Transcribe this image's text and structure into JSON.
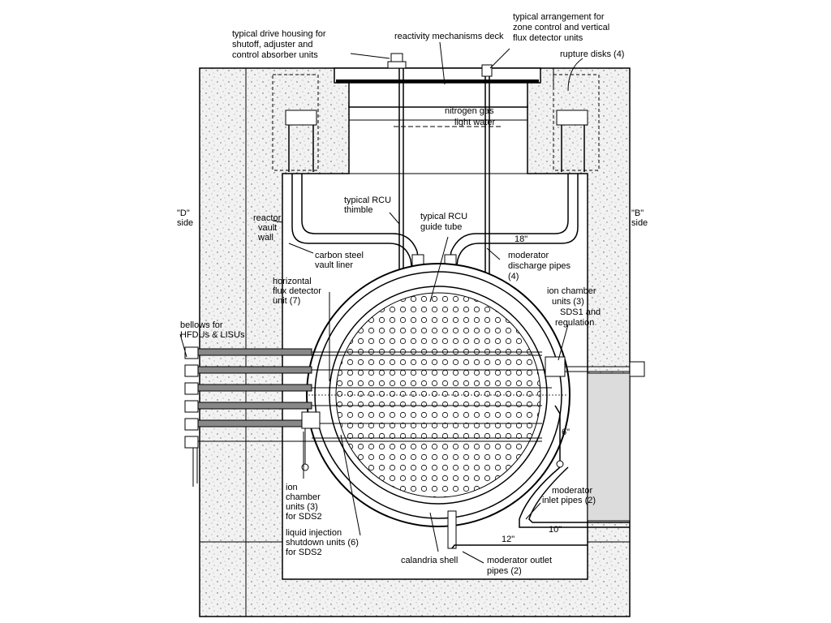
{
  "labels": {
    "drive_housing": [
      "typical drive housing for",
      "shutoff, adjuster and",
      "control absorber units"
    ],
    "mech_deck": [
      "reactivity mechanisms deck"
    ],
    "zone_control": [
      "typical arrangement for",
      "zone control and vertical",
      "flux detector units"
    ],
    "rupture_disks": [
      "rupture disks  (4)"
    ],
    "nitrogen_gas": [
      "nitrogen gas"
    ],
    "light_water": [
      "light water"
    ],
    "d_side": [
      "\"D\"",
      "side"
    ],
    "b_side": [
      "\"B\"",
      "side"
    ],
    "vault_wall": [
      "reactor",
      "vault",
      "wall"
    ],
    "rcu_thimble": [
      "typical RCU",
      "thimble"
    ],
    "rcu_guide": [
      "typical RCU",
      "guide tube"
    ],
    "carbon_liner": [
      "carbon steel",
      "vault liner"
    ],
    "mod_discharge": [
      "moderator",
      "discharge pipes",
      "(4)"
    ],
    "horiz_flux": [
      "horizontal",
      "flux detector",
      "unit  (7)"
    ],
    "ion_sds1": [
      "ion chamber",
      "units  (3)",
      "SDS1 and",
      "regulation"
    ],
    "bellows": [
      "bellows for",
      "HFDUs & LISUs"
    ],
    "ion_sds2": [
      "ion",
      "chamber",
      "units (3)",
      "for SDS2"
    ],
    "liquid_injection": [
      "liquid injection",
      "shutdown units  (6)",
      "for SDS2"
    ],
    "calandria_shell": [
      "calandria shell"
    ],
    "mod_inlet": [
      "moderator",
      "inlet pipes (2)"
    ],
    "mod_outlet": [
      "moderator outlet",
      "pipes  (2)"
    ]
  },
  "dimensions": {
    "d18": "18\"",
    "d6": "6\"",
    "d10": "10\"",
    "d12": "12\""
  }
}
